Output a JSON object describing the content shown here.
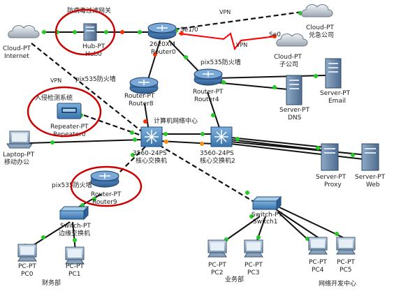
{
  "colors": {
    "link": "#111111",
    "dashed_link": "#111111",
    "wan_link": "#ff0000",
    "port_up": "#22cc22",
    "port_down": "#ff2a00",
    "port_orange": "#ff8c00",
    "highlight_circle": "#cc0000",
    "router_body": "#3a6ea5",
    "switch_body": "#4a87c0"
  },
  "labels": {
    "firewall_gateway": "防病毒过滤网关",
    "ids_system": "入侵检测系统",
    "pix_firewall_1": "pix535防火墙",
    "pix_firewall_2": "pix535防火墙",
    "pix_firewall_3": "pix535防火墙",
    "vpn_top": "VPN",
    "vpn_mid": "VPN",
    "vpn_left": "VPN",
    "se_port_1": "Se1/0",
    "se_port_0": "Se0",
    "net_center": "计算机网络中心",
    "finance": "财务部",
    "business": "业务部",
    "devcenter": "网络开发中心"
  },
  "devices": {
    "cloud_internet": {
      "type": "Cloud-PT",
      "name": "Internet"
    },
    "hub0": {
      "type": "Hub-PT",
      "name": "Hub0"
    },
    "router0": {
      "type": "2620XM",
      "name": "Router0"
    },
    "cloud_emerg": {
      "type": "Cloud-PT",
      "name": "兑急公司"
    },
    "cloud_branch": {
      "type": "Cloud-PT",
      "name": "子公司"
    },
    "router8": {
      "type": "Router-PT",
      "name": "Router8"
    },
    "router4": {
      "type": "Router-PT",
      "name": "Router4"
    },
    "server_dns": {
      "type": "Server-PT",
      "name": "DNS"
    },
    "server_email": {
      "type": "Server-PT",
      "name": "Email"
    },
    "repeater0": {
      "type": "Repeater-PT",
      "name": "Repeater0"
    },
    "laptop": {
      "type": "Laptop-PT",
      "name": "移动办公"
    },
    "core1": {
      "type": "3560-24PS",
      "name": "核心交换机"
    },
    "core2": {
      "type": "3560-24PS",
      "name": "核心交换机2"
    },
    "server_proxy": {
      "type": "Server-PT",
      "name": "Proxy"
    },
    "server_web": {
      "type": "Server-PT",
      "name": "Web"
    },
    "router9": {
      "type": "Router-PT",
      "name": "Router9"
    },
    "edge_switch": {
      "type": "Switch-PT",
      "name": "边缘交换机"
    },
    "switch1": {
      "type": "Switch-PT",
      "name": "Switch1"
    },
    "pc0": {
      "type": "PC-PT",
      "name": "PC0"
    },
    "pc1": {
      "type": "PC-PT",
      "name": "PC1"
    },
    "pc2": {
      "type": "PC-PT",
      "name": "PC2"
    },
    "pc3": {
      "type": "PC-PT",
      "name": "PC3"
    },
    "pc4": {
      "type": "PC-PT",
      "name": "PC4"
    },
    "pc5": {
      "type": "PC-PT",
      "name": "PC5"
    }
  }
}
